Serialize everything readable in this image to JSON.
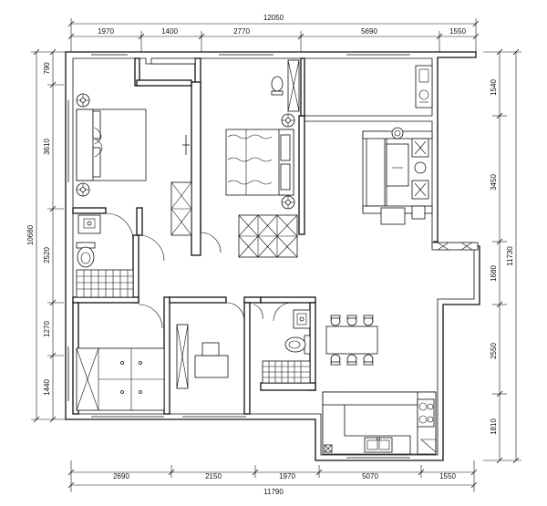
{
  "dimensions": {
    "top_total": "12050",
    "top_segments": [
      "1970",
      "1400",
      "2770",
      "5690",
      "1550"
    ],
    "bottom_total": "11790",
    "bottom_segments": [
      "2690",
      "2150",
      "1970",
      "5070",
      "1550"
    ],
    "left_total": "10680",
    "left_segments": [
      "790",
      "3610",
      "2520",
      "1270",
      "1440"
    ],
    "right_total": "11730",
    "right_segments": [
      "1540",
      "3450",
      "1680",
      "2550",
      "1810"
    ]
  }
}
